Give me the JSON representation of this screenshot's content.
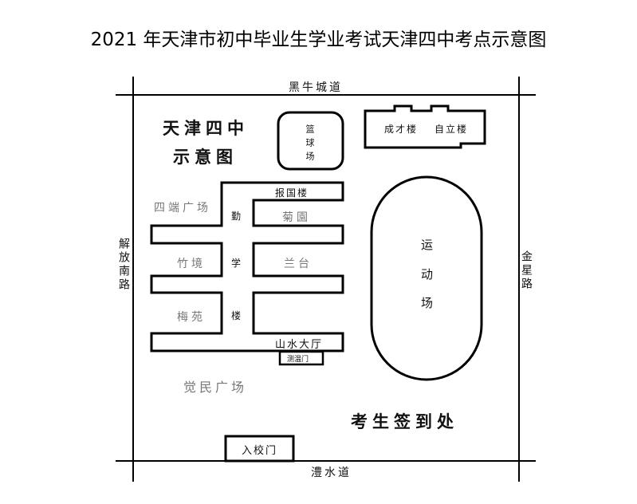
{
  "title": "2021 年天津市初中毕业生学业考试天津四中考点示意图",
  "map_heading": [
    "天津四中",
    "示意图"
  ],
  "roads": {
    "north": "黑牛城道",
    "south": "澧水道",
    "west": "解放南路",
    "east": "金星路"
  },
  "buildings": {
    "basketball_court": "篮球场",
    "chengcai": "成才楼",
    "zili": "自立楼",
    "baoguo": "报国楼",
    "qinxue": [
      "勤",
      "学",
      "楼"
    ],
    "shanshui_hall": "山水大厅",
    "temperature_gate": "测温门",
    "entrance_gate": "入校门",
    "sports_field": [
      "运",
      "动",
      "场"
    ]
  },
  "areas": {
    "siduan_square": "四端广场",
    "juyuan": "菊園",
    "zhujing": "竹境",
    "lantai": "兰台",
    "meiyuan": "梅苑",
    "juemin_square": "觉民广场"
  },
  "checkin": "考生签到处"
}
